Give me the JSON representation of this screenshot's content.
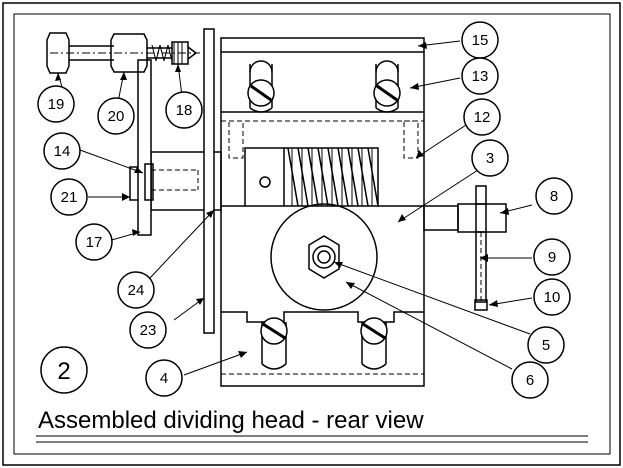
{
  "figure": {
    "number": "2",
    "caption": "Assembled dividing head - rear view"
  },
  "callouts": [
    {
      "label": "15"
    },
    {
      "label": "13"
    },
    {
      "label": "12"
    },
    {
      "label": "3"
    },
    {
      "label": "8"
    },
    {
      "label": "9"
    },
    {
      "label": "10"
    },
    {
      "label": "5"
    },
    {
      "label": "6"
    },
    {
      "label": "19"
    },
    {
      "label": "20"
    },
    {
      "label": "18"
    },
    {
      "label": "14"
    },
    {
      "label": "21"
    },
    {
      "label": "17"
    },
    {
      "label": "24"
    },
    {
      "label": "23"
    },
    {
      "label": "4"
    }
  ]
}
